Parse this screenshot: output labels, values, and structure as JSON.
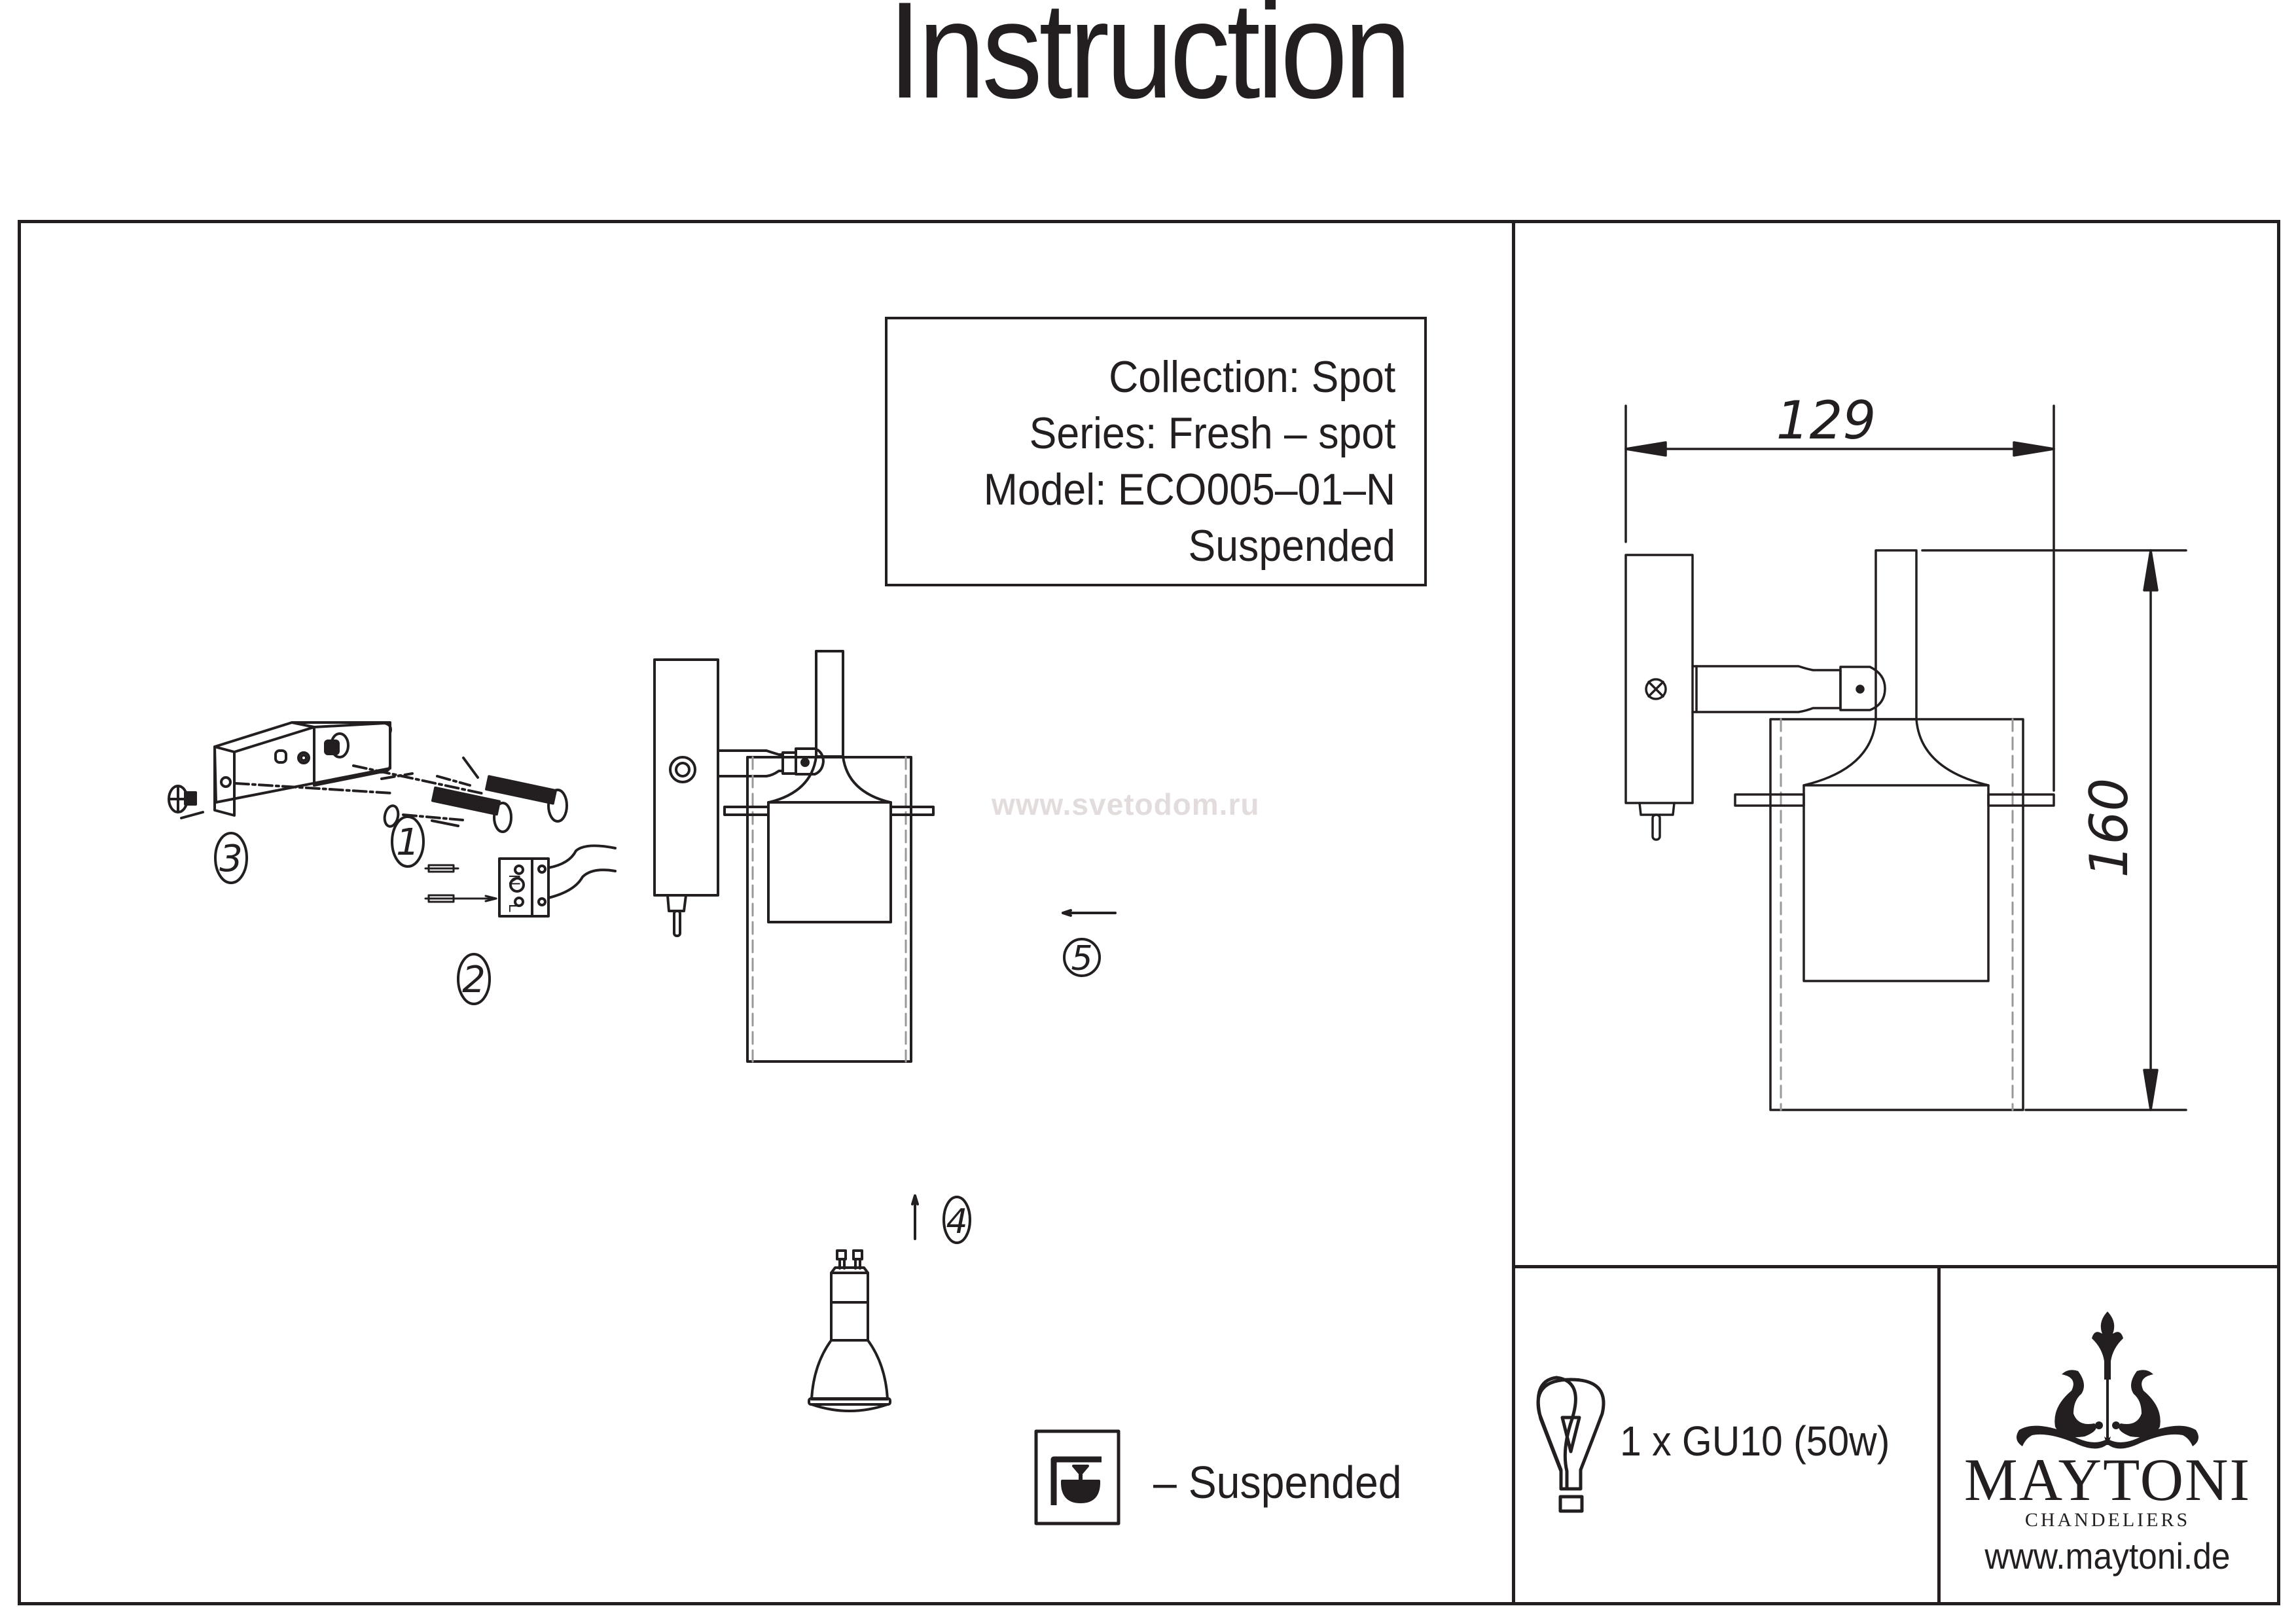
{
  "document": {
    "title": "Instruction",
    "watermark": "www.svetodom.ru"
  },
  "info_box": {
    "collection": "Collection: Spot",
    "series": "Series: Fresh – spot",
    "model": "Model: ECO005–01–N",
    "mount_type": "Suspended"
  },
  "assembly_diagram": {
    "steps": [
      "1",
      "2",
      "3",
      "4",
      "5"
    ],
    "terminal_labels": [
      "N",
      "L"
    ],
    "icons": [
      "wall-bracket-icon",
      "screw-icon",
      "dowel-icon",
      "terminal-block-icon",
      "wall-plate-icon",
      "toggle-switch-icon",
      "lamp-shade-icon",
      "gu10-bulb-icon"
    ]
  },
  "dimensions": {
    "width_mm": "129",
    "height_mm": "160"
  },
  "legend": {
    "mount_icon": "suspended-mount-icon",
    "mount_label": "– Suspended"
  },
  "bulb": {
    "icon": "light-bulb-icon",
    "spec": "1 x GU10 (50w)"
  },
  "brand": {
    "logo_icon": "chandelier-ornament-icon",
    "name": "MAYTONI",
    "subtitle": "CHANDELIERS",
    "website": "www.maytoni.de"
  }
}
